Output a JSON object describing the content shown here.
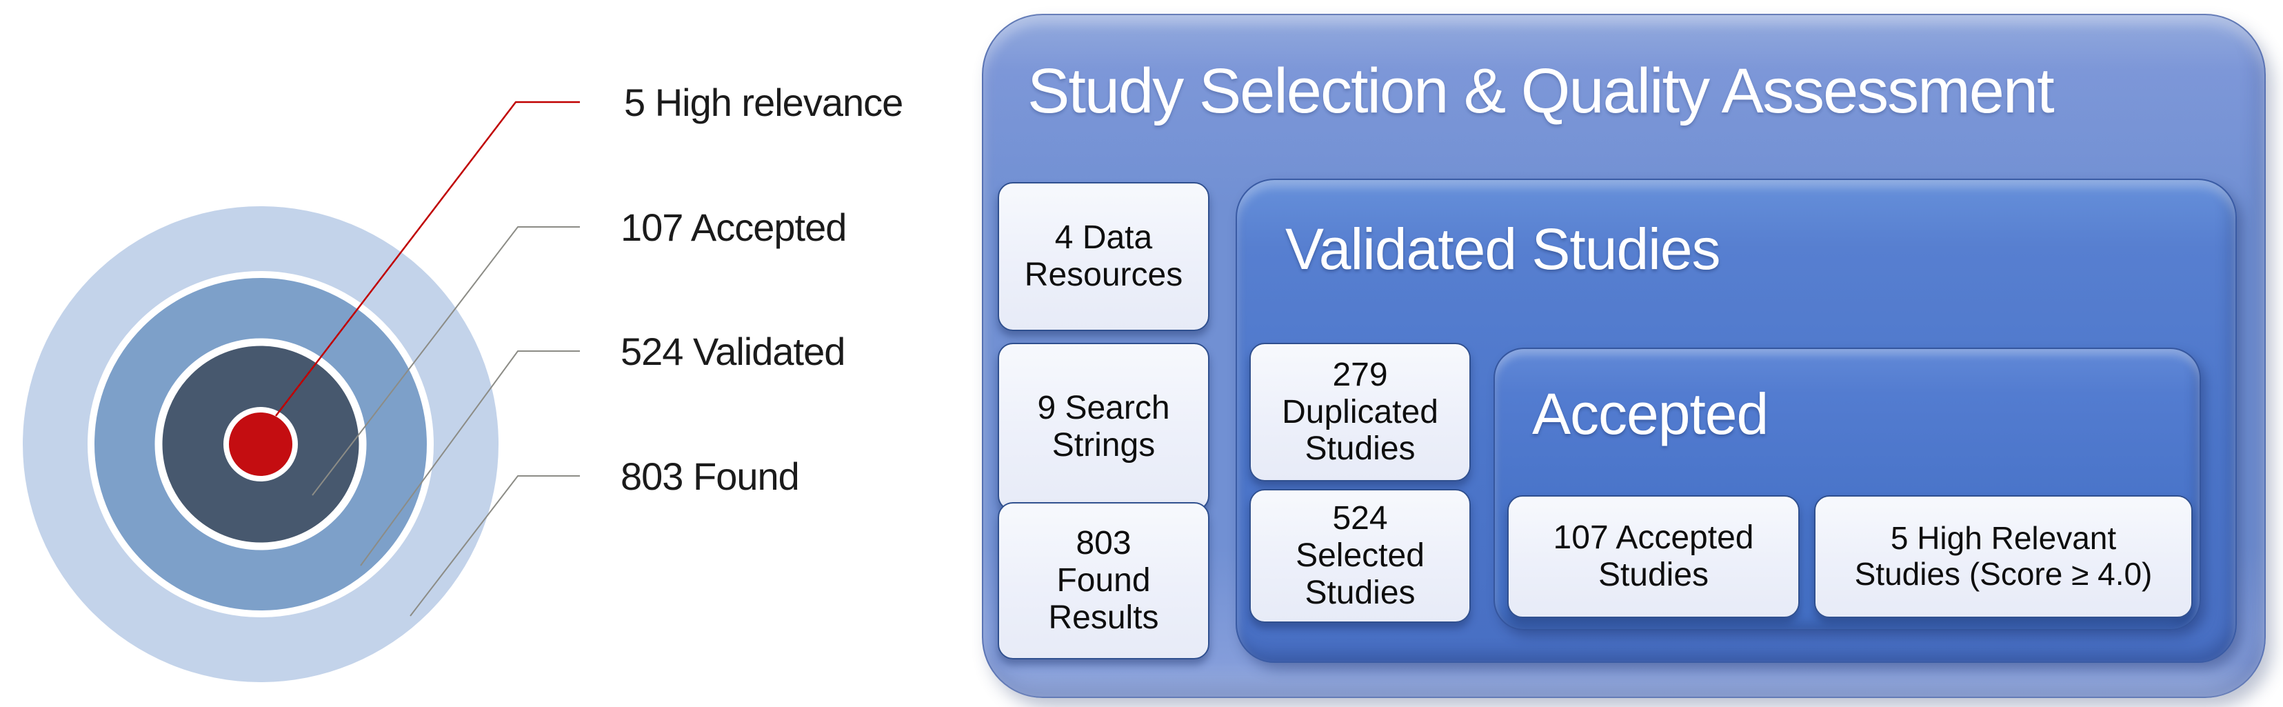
{
  "colors": {
    "ring_outer": "#c3d3ea",
    "ring_mid": "#7da0c9",
    "ring_dark": "#47586e",
    "ring_center": "#c40d11",
    "ring_separator": "#ffffff",
    "leader_red": "#c00000",
    "leader_gray": "#8c8c86",
    "panel_blue": "#7190d3",
    "inner_blue": "#4c76ca",
    "light_box": "#eef1fb",
    "text_dark": "#0e0e0e",
    "text_light": "#ffffff"
  },
  "target_diagram": {
    "labels": [
      {
        "text": "5 High relevance",
        "value": 5
      },
      {
        "text": "107 Accepted",
        "value": 107
      },
      {
        "text": "524 Validated",
        "value": 524
      },
      {
        "text": "803 Found",
        "value": 803
      }
    ]
  },
  "panel": {
    "title": "Study Selection & Quality Assessment",
    "side_boxes": [
      {
        "label": "4 Data\nResources"
      },
      {
        "label": "9 Search\nStrings"
      },
      {
        "label": "803\nFound\nResults"
      }
    ],
    "validated": {
      "title": "Validated Studies",
      "boxes": [
        {
          "label": "279\nDuplicated\nStudies"
        },
        {
          "label": "524\nSelected\nStudies"
        }
      ],
      "accepted": {
        "title": "Accepted",
        "boxes": [
          {
            "label": "107 Accepted\nStudies"
          },
          {
            "label": "5 High Relevant\nStudies (Score ≥ 4.0)"
          }
        ]
      }
    }
  }
}
